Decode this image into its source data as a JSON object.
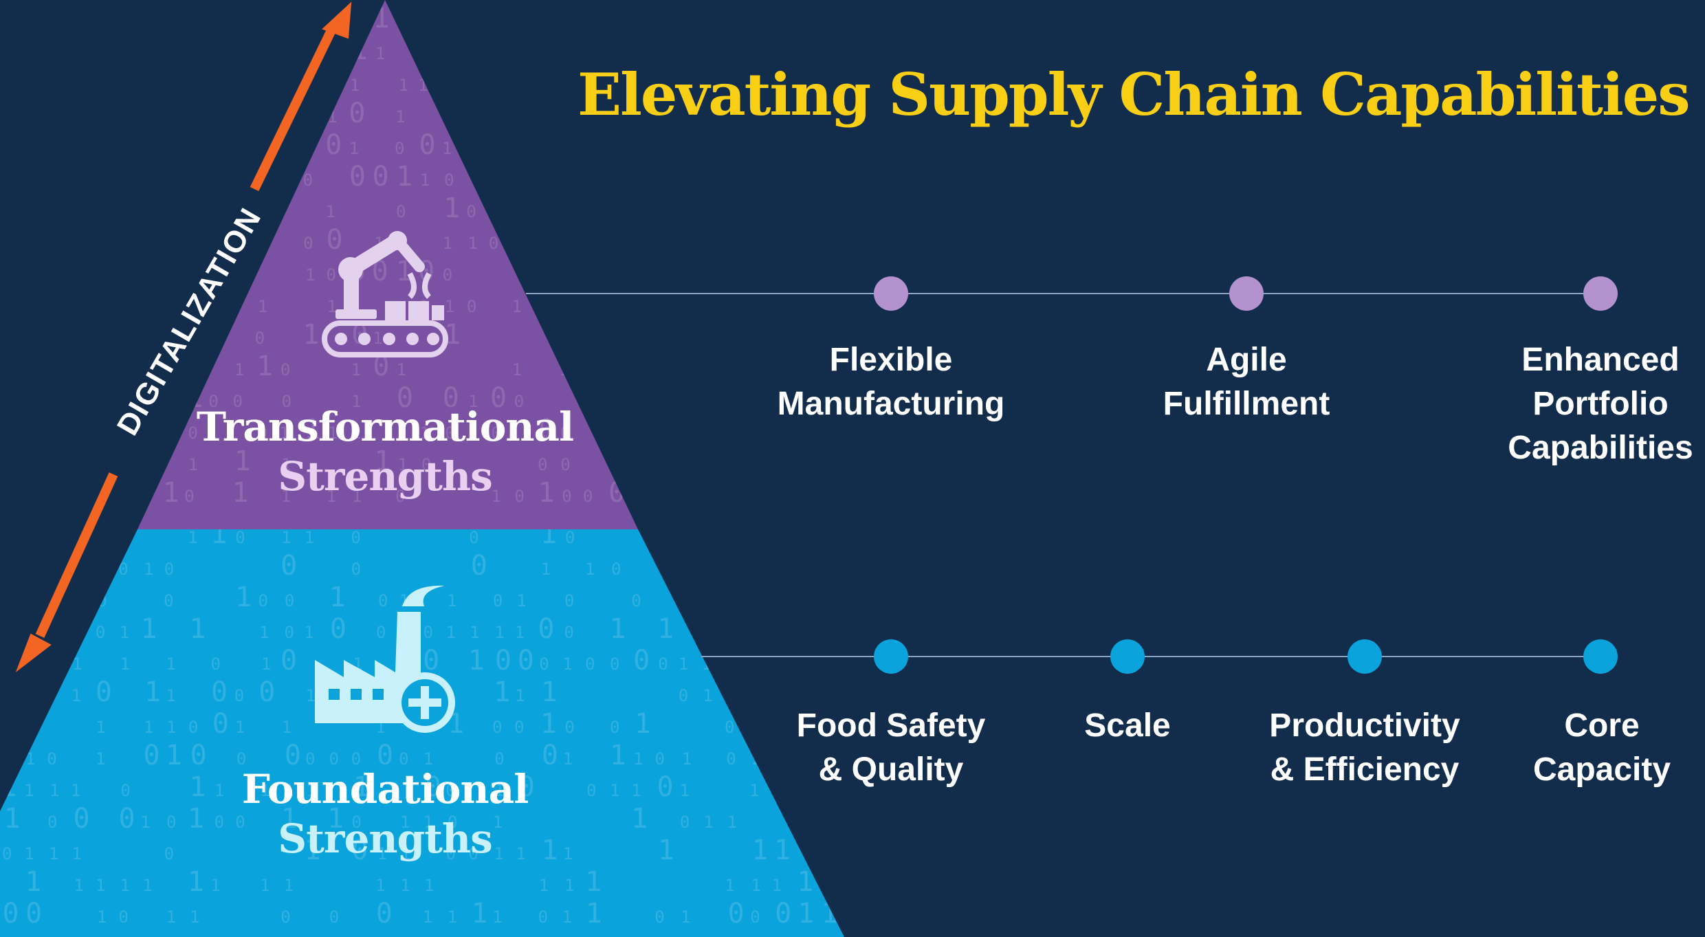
{
  "title": "Elevating Supply Chain Capabilities",
  "axis_label": "DIGITALIZATION",
  "tiers": {
    "transformational": {
      "line1": "Transformational",
      "line2": "Strengths",
      "color": "#7b52a3",
      "dot_color": "#b492d0",
      "icon": "robotic-arm-icon",
      "items": [
        "Flexible\nManufacturing",
        "Agile\nFulfillment",
        "Enhanced\nPortfolio\nCapabilities"
      ]
    },
    "foundational": {
      "line1": "Foundational",
      "line2": "Strengths",
      "color": "#0aa3dc",
      "dot_color": "#0aa3dc",
      "icon": "factory-plus-icon",
      "items": [
        "Food Safety\n& Quality",
        "Scale",
        "Productivity\n& Efficiency",
        "Core\nCapacity"
      ]
    }
  },
  "colors": {
    "background": "#122c4b",
    "title": "#f9cf16",
    "arrow": "#f26522",
    "line": "#8fa3bd"
  }
}
